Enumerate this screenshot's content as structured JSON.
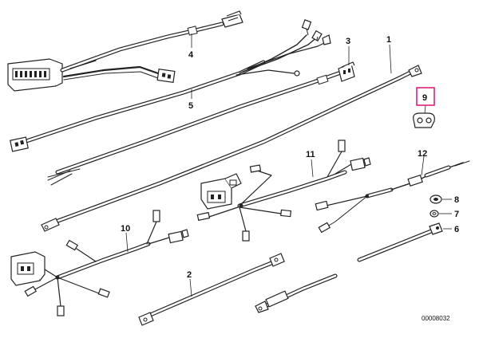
{
  "callouts": {
    "c1": "1",
    "c2": "2",
    "c3": "3",
    "c4": "4",
    "c5": "5",
    "c6": "6",
    "c7": "7",
    "c8": "8",
    "c9": "9",
    "c10": "10",
    "c11": "11",
    "c12": "12"
  },
  "drawing_number": "00008032",
  "highlight_color": "#e0207a"
}
